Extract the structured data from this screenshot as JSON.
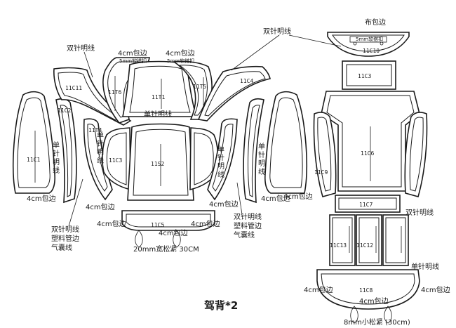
{
  "title": "驾背*2",
  "pieces": {
    "c1": "11C1",
    "c2": "11C2",
    "c3": "11C3",
    "c4": "11C4",
    "c5": "11C5",
    "c6": "11C6",
    "c7": "11C7",
    "c8": "11C8",
    "c9": "11C9",
    "c10": "11C10",
    "c11": "11C11",
    "c12": "11C12",
    "c13": "11C13",
    "t1": "11T1",
    "t4": "11T4",
    "t5": "11T5",
    "t6": "11T6",
    "s2": "11S2"
  },
  "notes": {
    "double_stitch": "双针明线",
    "single_stitch": "单针明线",
    "cloth_binding": "布包边",
    "binding_4cm": "4cm包边",
    "soft_strip_5mm": "5mm软搭扣",
    "plastic_pipe": "塑料管边",
    "airbag_line": "气囊线",
    "elastic_20mm": "20mm宽松紧 30CM",
    "elastic_8mm": "8mm小松紧 (30cm)"
  }
}
